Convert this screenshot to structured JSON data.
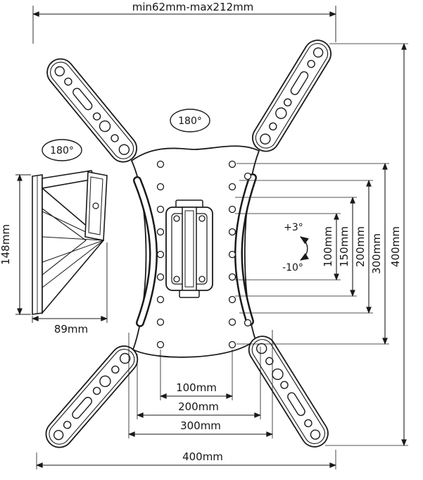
{
  "diagram": {
    "top_dimension_label": "min62mm-max212mm",
    "swivel_top": "180°",
    "swivel_side": "180°",
    "height_label": "148mm",
    "depth_label": "89mm",
    "tilt_up_label": "+3°",
    "tilt_down_label": "-10°",
    "vertical_dimensions": [
      {
        "label": "100mm"
      },
      {
        "label": "150mm"
      },
      {
        "label": "200mm"
      },
      {
        "label": "300mm"
      },
      {
        "label": "400mm"
      }
    ],
    "horizontal_dimensions": [
      {
        "label": "100mm"
      },
      {
        "label": "200mm"
      },
      {
        "label": "300mm"
      },
      {
        "label": "400mm"
      }
    ],
    "colors": {
      "line": "#1a1a1a",
      "background": "#ffffff"
    }
  }
}
